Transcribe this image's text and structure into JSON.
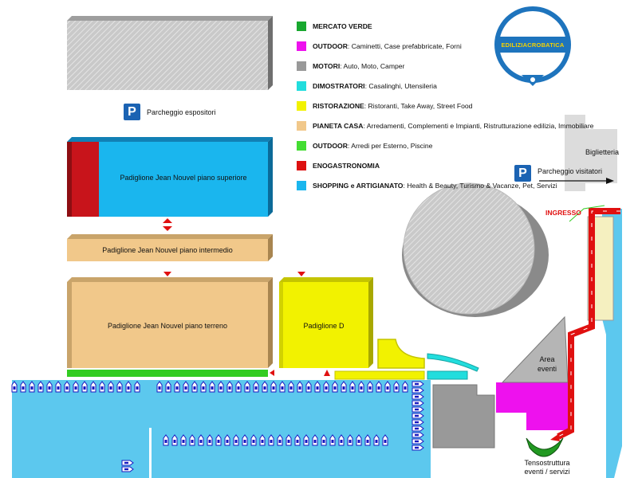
{
  "legend": [
    {
      "color": "#18a82f",
      "title": "MERCATO VERDE",
      "desc": ""
    },
    {
      "color": "#ee11ee",
      "title": "OUTDOOR",
      "desc": ": Caminetti, Case prefabbricate, Forni"
    },
    {
      "color": "#999999",
      "title": "MOTORI",
      "desc": ": Auto, Moto, Camper"
    },
    {
      "color": "#22dddd",
      "title": "DIMOSTRATORI",
      "desc": ": Casalinghi, Utensileria"
    },
    {
      "color": "#f2f200",
      "title": "RISTORAZIONE",
      "desc": ": Ristoranti, Take Away, Street Food"
    },
    {
      "color": "#f1c88a",
      "title": "PIANETA CASA",
      "desc": ": Arredamenti, Complementi e Impianti, Ristrutturazione edilizia, Immobiliare"
    },
    {
      "color": "#44dd33",
      "title": "OUTDOOR",
      "desc": ": Arredi per Esterno, Piscine"
    },
    {
      "color": "#dd1111",
      "title": "ENOGASTRONOMIA",
      "desc": ""
    },
    {
      "color": "#1ab6ee",
      "title": "SHOPPING e ARTIGIANATO",
      "desc": ": Health & Beauty, Turismo & Vacanze, Pet, Servizi"
    }
  ],
  "logo": {
    "text": "EDILIZIACROBATICA"
  },
  "parking": {
    "icon": "P",
    "exhibitors": "Parcheggio espositori",
    "visitors": "Parcheggio visitatori"
  },
  "labels": {
    "upper": "Padiglione Jean Nouvel piano superiore",
    "middle": "Padiglione Jean Nouvel piano intermedio",
    "ground": "Padiglione Jean Nouvel piano terreno",
    "pavD": "Padiglione D",
    "area_line1": "Area",
    "area_line2": "eventi",
    "ticket": "Biglietteria",
    "entrance": "INGRESSO",
    "tent_line1": "Tensostruttura",
    "tent_line2": "eventi / servizi"
  }
}
